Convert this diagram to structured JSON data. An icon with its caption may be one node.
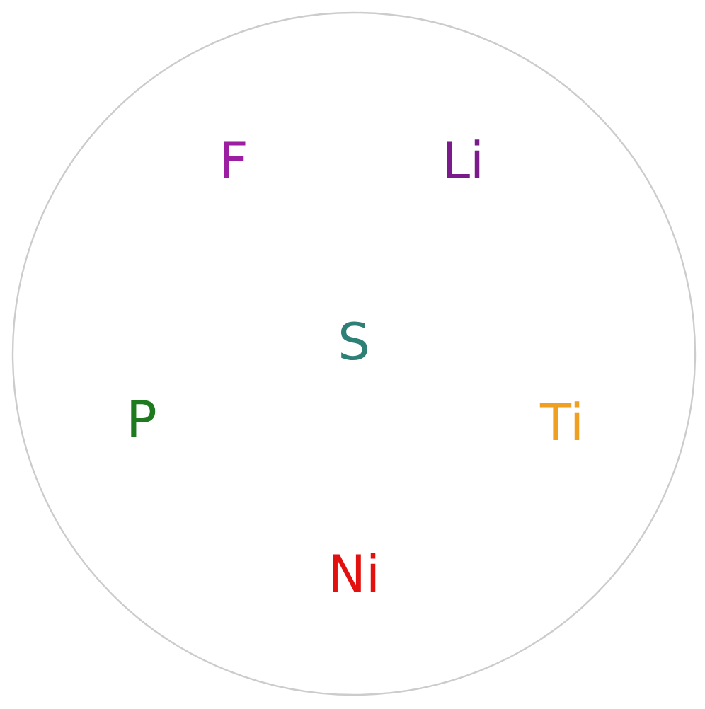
{
  "diagram": {
    "nodes": [
      {
        "text": [
          "F",
          "Li",
          "S",
          "P",
          "Ti",
          "Ni"
        ]
      }
    ]
  }
}
